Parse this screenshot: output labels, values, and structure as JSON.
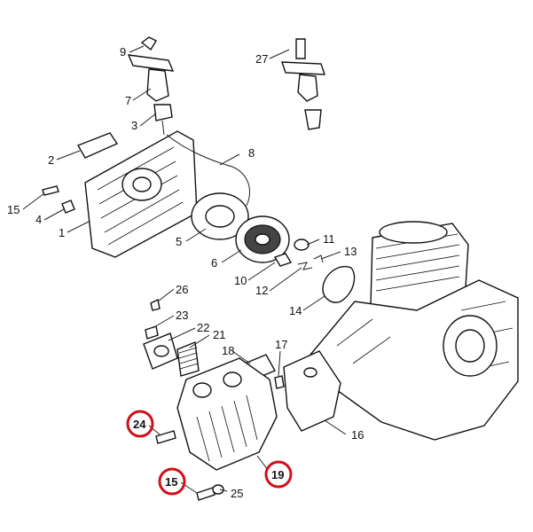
{
  "callouts": [
    {
      "id": "c9",
      "text": "9"
    },
    {
      "id": "c7",
      "text": "7"
    },
    {
      "id": "c3",
      "text": "3"
    },
    {
      "id": "c2",
      "text": "2"
    },
    {
      "id": "c8",
      "text": "8"
    },
    {
      "id": "c15a",
      "text": "15"
    },
    {
      "id": "c4",
      "text": "4"
    },
    {
      "id": "c1",
      "text": "1"
    },
    {
      "id": "c5",
      "text": "5"
    },
    {
      "id": "c6",
      "text": "6"
    },
    {
      "id": "c27",
      "text": "27"
    },
    {
      "id": "c11",
      "text": "11"
    },
    {
      "id": "c13",
      "text": "13"
    },
    {
      "id": "c10",
      "text": "10"
    },
    {
      "id": "c12",
      "text": "12"
    },
    {
      "id": "c14",
      "text": "14"
    },
    {
      "id": "c26",
      "text": "26"
    },
    {
      "id": "c23",
      "text": "23"
    },
    {
      "id": "c22",
      "text": "22"
    },
    {
      "id": "c21",
      "text": "21"
    },
    {
      "id": "c18",
      "text": "18"
    },
    {
      "id": "c17",
      "text": "17"
    },
    {
      "id": "c16",
      "text": "16"
    },
    {
      "id": "c24",
      "text": "24",
      "highlighted": true
    },
    {
      "id": "c19",
      "text": "19",
      "highlighted": true
    },
    {
      "id": "c15b",
      "text": "15",
      "highlighted": true
    },
    {
      "id": "c25",
      "text": "25"
    }
  ],
  "colors": {
    "highlight": "#d0101a",
    "line": "#111111",
    "background": "#ffffff"
  }
}
